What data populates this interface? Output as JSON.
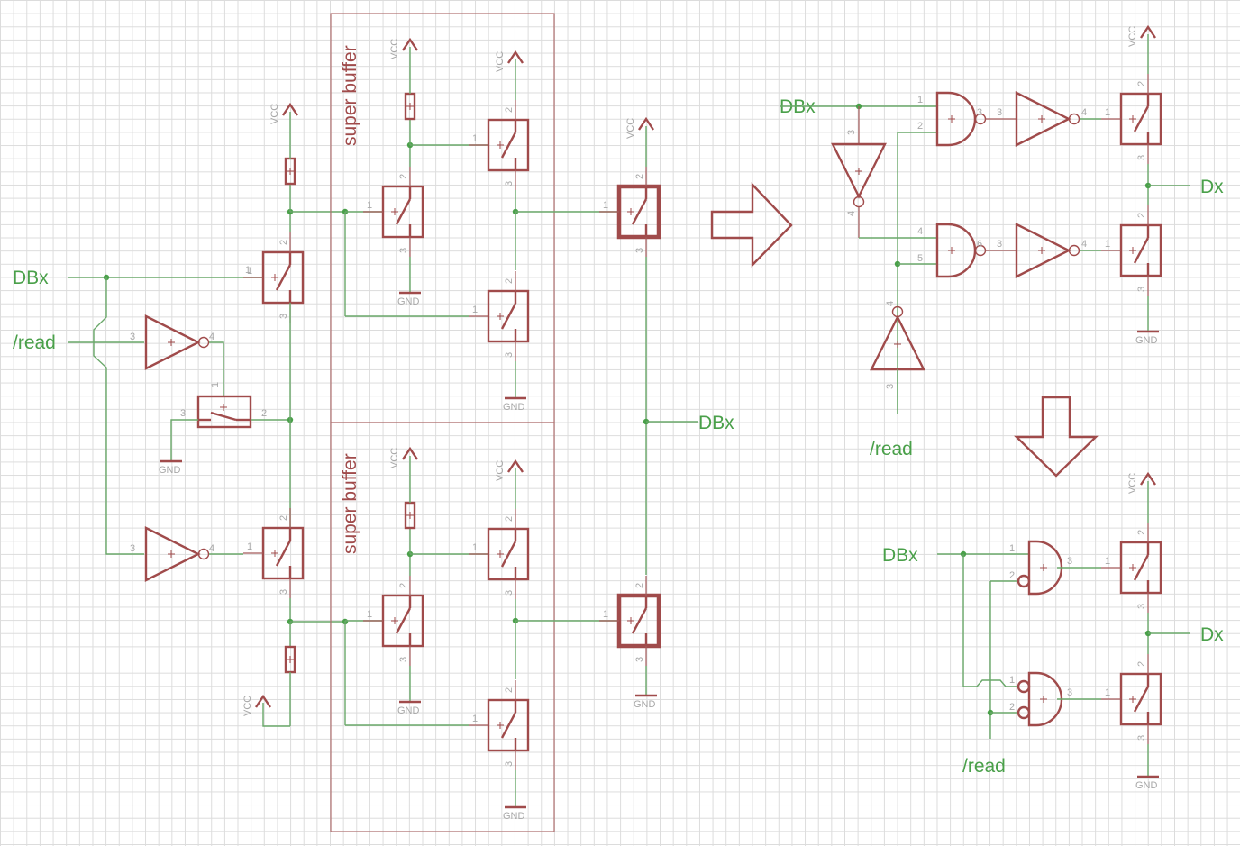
{
  "diagram": {
    "type": "schematic",
    "net_labels": {
      "dbx_left": "DBx",
      "read_left": "/read",
      "dbx_mid": "DBx",
      "dbx_top_right": "DBx",
      "read_top_right": "/read",
      "dx_top_right": "Dx",
      "dbx_bottom_right": "DBx",
      "read_bottom_right": "/read",
      "dx_bottom_right": "Dx"
    },
    "blocks": {
      "super_buffer_top": "super buffer",
      "super_buffer_bottom": "super buffer"
    },
    "power": {
      "vcc": "VCC",
      "gnd": "GND"
    },
    "pins": {
      "p1": "1",
      "p2": "2",
      "p3": "3",
      "p4": "4",
      "p5": "5",
      "p6": "6"
    },
    "arrows": [
      "right",
      "down"
    ],
    "colors": {
      "wire": "#6aa86a",
      "symbol": "#a04b4b",
      "net_label": "#4aa04a",
      "pin_label": "#a8a8a8",
      "grid": "#dcdcdc"
    }
  }
}
